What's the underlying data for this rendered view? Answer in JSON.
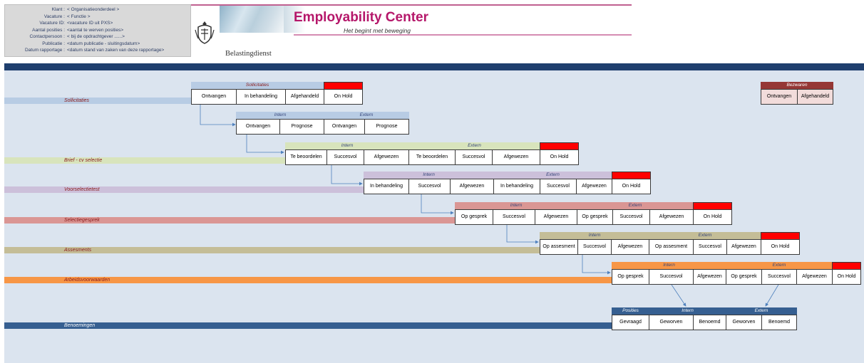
{
  "header": {
    "meta": [
      {
        "key": "Klant :",
        "value": "< Organisatieonderdeel >"
      },
      {
        "key": "Vacature :",
        "value": "< Functie >"
      },
      {
        "key": "Vacature ID:",
        "value": "<vacature ID uit PXS>"
      },
      {
        "key": "Aantal posities :",
        "value": "<aantal te werven posities>"
      },
      {
        "key": "Contactpersoon :",
        "value": "< bij de opdrachtgever ......>"
      },
      {
        "key": "Publicatie :",
        "value": "<datum publicatie - sluitingsdatum>"
      },
      {
        "key": "Datum rapportage :",
        "value": "<datum stand van zaken van deze rapportage>"
      }
    ],
    "brand_title": "Employability Center",
    "brand_subtitle": "Het begint met beweging",
    "organisation": "Belastingdienst"
  },
  "labels": {
    "intern": "Intern",
    "extern": "Extern",
    "sollicitaties": "Sollicitaties",
    "bezwaren": "Bezwaren",
    "posities": "Posities"
  },
  "stages": {
    "sollicitaties": {
      "label": "Sollicitaties",
      "color": "#b8cce4"
    },
    "brief": {
      "label": "Brief - cv selectie",
      "color": "#d8e4bc"
    },
    "voorselectie": {
      "label": "Voorselectietest",
      "color": "#ccc0da"
    },
    "selectie": {
      "label": "Selectiegesprek",
      "color": "#da9694"
    },
    "assesments": {
      "label": "Assesments",
      "color": "#c4bd97"
    },
    "arbeid": {
      "label": "Arbeidsvoorwaarden",
      "color": "#f79646"
    },
    "benoemingen": {
      "label": "Benoemingen",
      "color": "#365f91"
    }
  },
  "cells": {
    "ontvangen": "Ontvangen",
    "in_behandeling": "In behandeling",
    "afgehandeld": "Afgehandeld",
    "on_hold": "On Hold",
    "prognose": "Prognose",
    "te_beoordelen": "Te beoordelen",
    "succesvol": "Succesvol",
    "afgewezen": "Afgewezen",
    "op_gesprek": "Op gesprek",
    "op_assesment": "Op assesment",
    "gevraagd": "Gevraagd",
    "geworven": "Geworven",
    "benoemd": "Benoemd"
  },
  "colors": {
    "header_bar": "#1f3f6e",
    "background": "#dbe4ef",
    "on_hold": "#ff0000",
    "bezwaren_head": "#953735",
    "bezwaren_body": "#f2dcdb",
    "brand": "#b5176a"
  }
}
